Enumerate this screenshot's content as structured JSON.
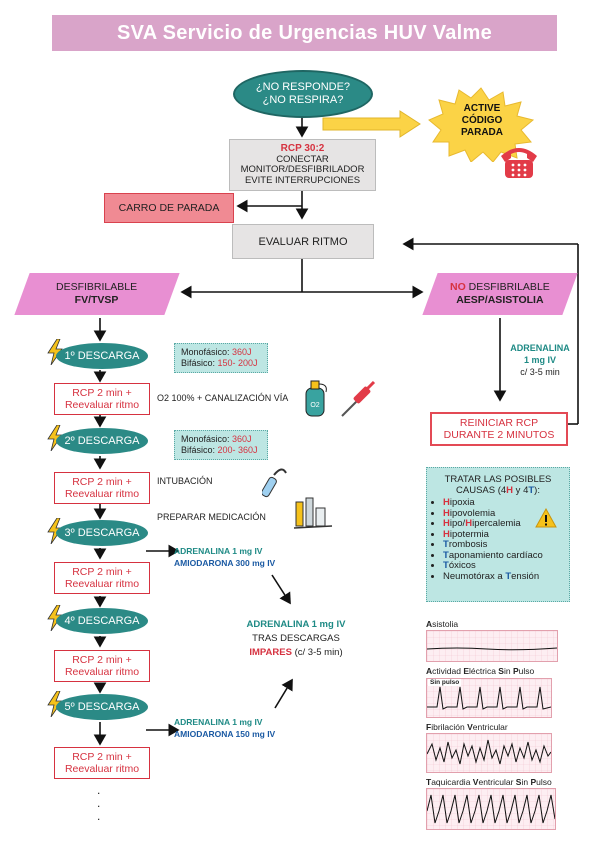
{
  "title": "SVA Servicio de Urgencias HUV Valme",
  "start": {
    "line1": "¿NO RESPONDE?",
    "line2": "¿NO RESPIRA?"
  },
  "active_code": {
    "l1": "ACTIVE",
    "l2": "CÓDIGO",
    "l3": "PARADA"
  },
  "rcp_box": {
    "l1": "RCP 30:2",
    "l2": "CONECTAR",
    "l3": "MONITOR/DESFIBRILADOR",
    "l4": "EVITE INTERRUPCIONES"
  },
  "carro": "CARRO DE PARADA",
  "evaluar": "EVALUAR RITMO",
  "desf": {
    "l1": "DESFIBRILABLE",
    "l2": "FV/TVSP"
  },
  "nodesf": {
    "no": "NO",
    "l1": " DESFIBRILABLE",
    "l2": "AESP/ASISTOLIA"
  },
  "adren_right": {
    "l1": "ADRENALINA",
    "l2": "1 mg IV",
    "l3": "c/ 3-5 min"
  },
  "reiniciar": {
    "l1": "REINICIAR RCP",
    "l2": "DURANTE 2 MINUTOS"
  },
  "descargas": [
    "1º DESCARGA",
    "2º DESCARGA",
    "3º DESCARGA",
    "4º DESCARGA",
    "5º DESCARGA"
  ],
  "rcp_eval": {
    "l1": "RCP 2 min +",
    "l2": "Reevaluar ritmo"
  },
  "energy": {
    "mono": "Monofásico: ",
    "bi": "Bifásico: ",
    "mono1": "360J",
    "bi1": "150- 200J",
    "mono2": "360J",
    "bi2": "200- 360J"
  },
  "o2": "O2 100% + CANALIZACIÓN VÍA",
  "o2_icon_label": "O2",
  "intubacion": "INTUBACIÓN",
  "preparar": "PREPARAR MEDICACIÓN",
  "drug3": {
    "a": "ADRENALINA 1 mg IV",
    "b": "AMIODARONA 300 mg IV"
  },
  "drug5": {
    "a": "ADRENALINA 1 mg IV",
    "b": "AMIODARONA 150 mg IV"
  },
  "adren_mid": {
    "l1": "ADRENALINA 1 mg IV",
    "l2": "TRAS DESCARGAS",
    "l3": "IMPARES",
    "l4": " (c/ 3-5 min)"
  },
  "causes": {
    "title1": "TRATAR LAS POSIBLES",
    "title2a": "CAUSAS (4",
    "h": "H",
    "y": " y 4",
    "t": "T",
    "end": "):",
    "items": [
      {
        "hl": "H",
        "rest": "ipoxia"
      },
      {
        "hl": "H",
        "rest": "ipovolemia"
      },
      {
        "hl": "H",
        "rest": "ipo/",
        "hl2": "H",
        "rest2": "ipercalemia"
      },
      {
        "hl": "H",
        "rest": "ipotermia"
      },
      {
        "hl": "T",
        "rest": "rombosis"
      },
      {
        "hl": "T",
        "rest": "aponamiento cardíaco"
      },
      {
        "hl": "T",
        "rest": "óxicos"
      },
      {
        "pre": "Neumotórax a ",
        "hl": "T",
        "rest": "ensión"
      }
    ]
  },
  "ecg": [
    {
      "b1": "A",
      "r1": "sistolia"
    },
    {
      "b1": "A",
      "r1": "ctividad ",
      "b2": "E",
      "r2": "léctrica ",
      "b3": "S",
      "r3": "in ",
      "b4": "P",
      "r4": "ulso",
      "tag": "Sin pulso"
    },
    {
      "b1": "F",
      "r1": "ibrilación ",
      "b2": "V",
      "r2": "entricular"
    },
    {
      "b1": "T",
      "r1": "aquicardia ",
      "b2": "V",
      "r2": "entricular ",
      "b3": "S",
      "r3": "in ",
      "b4": "P",
      "r4": "ulso"
    }
  ],
  "dots": ".\n.\n."
}
